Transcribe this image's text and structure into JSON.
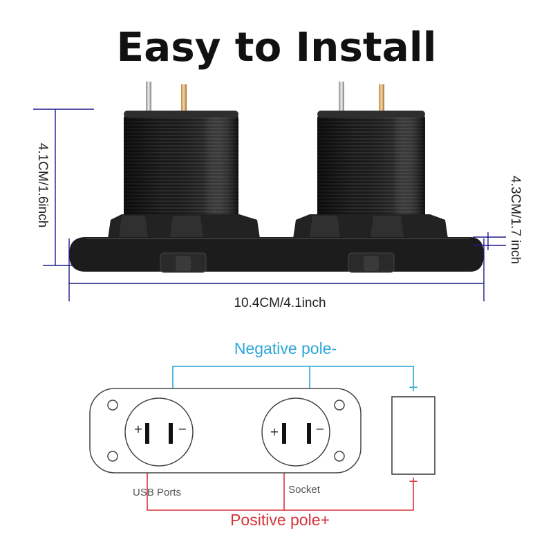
{
  "title": "Easy to Install",
  "dimensions": {
    "height_left": "4.1CM/1.6inch",
    "height_right": "4.3CM/1.7 inch",
    "width": "10.4CM/4.1inch"
  },
  "wiring": {
    "negative_label": "Negative pole-",
    "positive_label": "Positive  pole+",
    "usb_label": "USB Ports",
    "socket_label": "Socket",
    "plus_sign": "+",
    "minus_sign": "−",
    "battery_minus": "−",
    "battery_plus": "+"
  },
  "colors": {
    "negative_wire": "#2aa6d8",
    "positive_wire": "#d8323a",
    "dimension_line": "#1a1a8c",
    "product_body": "#1c1c1c"
  },
  "icons": {
    "product": "dual-socket-panel-icon",
    "battery": "battery-icon"
  }
}
